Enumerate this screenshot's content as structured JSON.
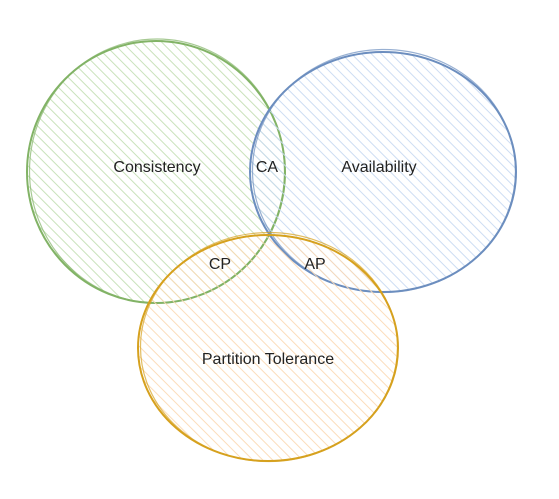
{
  "diagram": {
    "sets": [
      {
        "id": "consistency",
        "label": "Consistency",
        "color": "#82b366",
        "fill": "#d5e8d4"
      },
      {
        "id": "availability",
        "label": "Availability",
        "color": "#6c8ebf",
        "fill": "#dae8fc"
      },
      {
        "id": "partition",
        "label": "Partition Tolerance",
        "color": "#d6a11e",
        "fill": "#ffe6cc"
      }
    ],
    "intersections": [
      {
        "id": "ca",
        "label": "CA"
      },
      {
        "id": "cp",
        "label": "CP"
      },
      {
        "id": "ap",
        "label": "AP"
      }
    ]
  }
}
